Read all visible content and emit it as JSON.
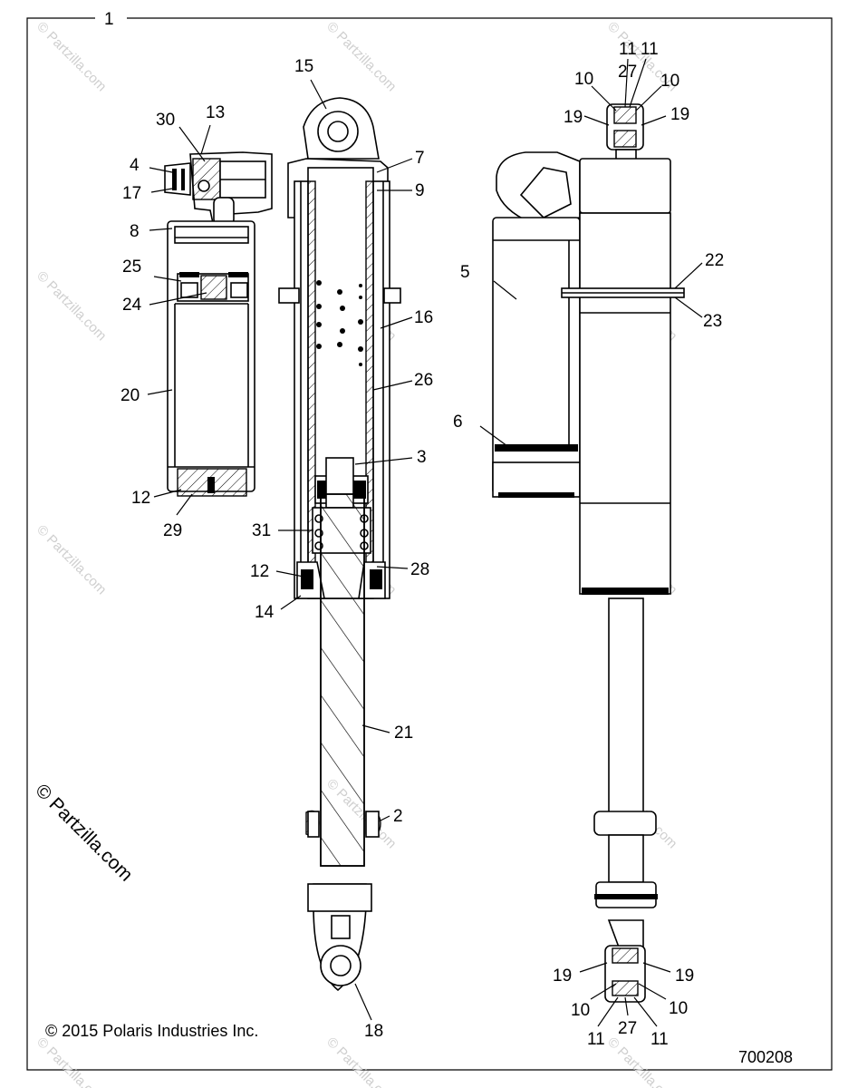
{
  "diagram": {
    "assembly_callout": "1",
    "copyright": "© 2015 Polaris Industries Inc.",
    "part_number": "700208",
    "watermark": "© Partzilla.com",
    "watermark_large": "© Partzilla.com",
    "callouts": [
      {
        "id": "15",
        "label": "15"
      },
      {
        "id": "7",
        "label": "7"
      },
      {
        "id": "9",
        "label": "9"
      },
      {
        "id": "30",
        "label": "30"
      },
      {
        "id": "13",
        "label": "13"
      },
      {
        "id": "4",
        "label": "4"
      },
      {
        "id": "17",
        "label": "17"
      },
      {
        "id": "8",
        "label": "8"
      },
      {
        "id": "25",
        "label": "25"
      },
      {
        "id": "24",
        "label": "24"
      },
      {
        "id": "20",
        "label": "20"
      },
      {
        "id": "12a",
        "label": "12"
      },
      {
        "id": "29",
        "label": "29"
      },
      {
        "id": "16",
        "label": "16"
      },
      {
        "id": "26",
        "label": "26"
      },
      {
        "id": "3",
        "label": "3"
      },
      {
        "id": "31",
        "label": "31"
      },
      {
        "id": "12b",
        "label": "12"
      },
      {
        "id": "28",
        "label": "28"
      },
      {
        "id": "14",
        "label": "14"
      },
      {
        "id": "21",
        "label": "21"
      },
      {
        "id": "2",
        "label": "2"
      },
      {
        "id": "18",
        "label": "18"
      },
      {
        "id": "11a",
        "label": "11"
      },
      {
        "id": "11b",
        "label": "11"
      },
      {
        "id": "27a",
        "label": "27"
      },
      {
        "id": "10a",
        "label": "10"
      },
      {
        "id": "10b",
        "label": "10"
      },
      {
        "id": "19a",
        "label": "19"
      },
      {
        "id": "19b",
        "label": "19"
      },
      {
        "id": "5",
        "label": "5"
      },
      {
        "id": "22",
        "label": "22"
      },
      {
        "id": "23",
        "label": "23"
      },
      {
        "id": "6",
        "label": "6"
      },
      {
        "id": "19c",
        "label": "19"
      },
      {
        "id": "19d",
        "label": "19"
      },
      {
        "id": "10c",
        "label": "10"
      },
      {
        "id": "10d",
        "label": "10"
      },
      {
        "id": "11c",
        "label": "11"
      },
      {
        "id": "27b",
        "label": "27"
      },
      {
        "id": "11d",
        "label": "11"
      }
    ]
  }
}
